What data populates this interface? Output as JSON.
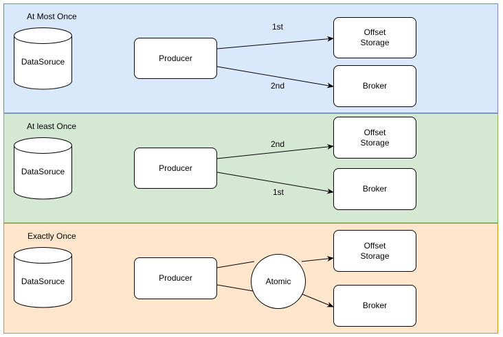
{
  "panels": [
    {
      "title": "At Most Once",
      "fill": "#dae8fc",
      "stroke": "#6c8ebf",
      "datasource": "DataSoruce",
      "producer": "Producer",
      "offset_storage": "Offset\nStorage",
      "broker": "Broker",
      "edge_offset_label": "1st",
      "edge_broker_label": "2nd"
    },
    {
      "title": "At least Once",
      "fill": "#d5e8d4",
      "stroke": "#82b366",
      "datasource": "DataSoruce",
      "producer": "Producer",
      "offset_storage": "Offset\nStorage",
      "broker": "Broker",
      "edge_offset_label": "2nd",
      "edge_broker_label": "1st"
    },
    {
      "title": "Exactly Once",
      "fill": "#ffe6cc",
      "stroke": "#d79b00",
      "datasource": "DataSoruce",
      "producer": "Producer",
      "atomic": "Atomic",
      "offset_storage": "Offset\nStorage",
      "broker": "Broker"
    }
  ]
}
